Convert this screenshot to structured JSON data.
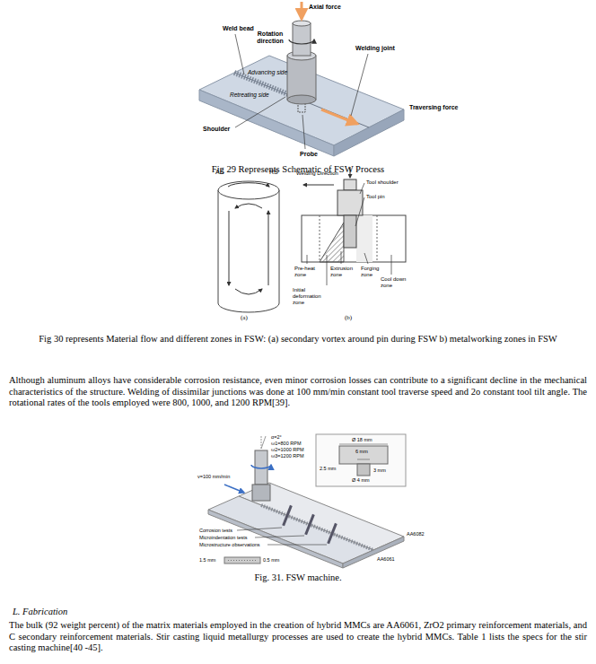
{
  "diagram": {
    "labels": [
      "Axial force",
      "Weld bead",
      "Rotation direction",
      "Welding joint",
      "Advancing side",
      "Retreating side",
      "Shoulder",
      "Traversing force",
      "Probe",
      "Fig 29 Represents Schematic of FSW Process",
      "AS",
      "RS",
      "(a)",
      "Welding Direction",
      "Tool shoulder",
      "Tool pin",
      "Pre-heat zone",
      "Initial deformation zone",
      "Extrusion zone",
      "Forging zone",
      "Cool down zone",
      "(b)",
      "Fig 30 represents Material flow and different zones in FSW: (a) secondary vortex around pin during FSW b) metalworking zones in FSW",
      "Although aluminum alloys have considerable corrosion resistance, even minor corrosion losses can contribute to a significant decline in the mechanical characteristics of the structure. Welding of dissimilar junctions was done at 100 mm/min constant tool traverse speed and 2o constant tool tilt angle. The rotational rates of the tools employed were 800, 1000, and 1200 RPM[39].",
      "α=2°",
      "ω1=800 RPM",
      "ω2=1000 RPM",
      "ω3=1200 RPM",
      "v=100 mm/min",
      "Ø 18 mm",
      "6 mm",
      "2.5 mm",
      "3 mm",
      "Ø 4 mm",
      "Corrosion tests",
      "Microindentation tests",
      "Microstructure observations",
      "AA6082",
      "AA6061",
      "0.5 mm",
      "1.5 mm",
      "Fig. 31. FSW machine.",
      "L. Fabrication",
      "The bulk (92 weight percent) of the matrix materials employed in the creation of hybrid MMCs are AA6061, ZrO2 primary reinforcement materials, and C secondary reinforcement materials. Stir casting liquid metallurgy processes are used to create the hybrid MMCs. Table 1 lists the specs for the stir casting machine[40 -45]."
    ]
  }
}
